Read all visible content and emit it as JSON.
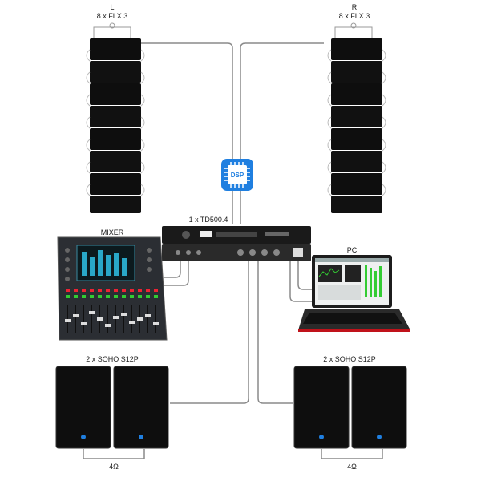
{
  "left_array": {
    "side": "L",
    "model": "8 x FLX 3"
  },
  "right_array": {
    "side": "R",
    "model": "8 x FLX 3"
  },
  "dsp": {
    "label": "DSP",
    "color": "#1f7fe0"
  },
  "amplifier": {
    "label": "1 x TD500.4"
  },
  "mixer": {
    "label": "MIXER"
  },
  "pc": {
    "label": "PC"
  },
  "left_subs": {
    "label": "2 x SOHO S12P",
    "impedance": "4Ω"
  },
  "right_subs": {
    "label": "2 x SOHO S12P",
    "impedance": "4Ω"
  },
  "colors": {
    "speaker": "#0e0e0e",
    "cable": "#8a8a8a",
    "accent": "#1f7fe0"
  }
}
